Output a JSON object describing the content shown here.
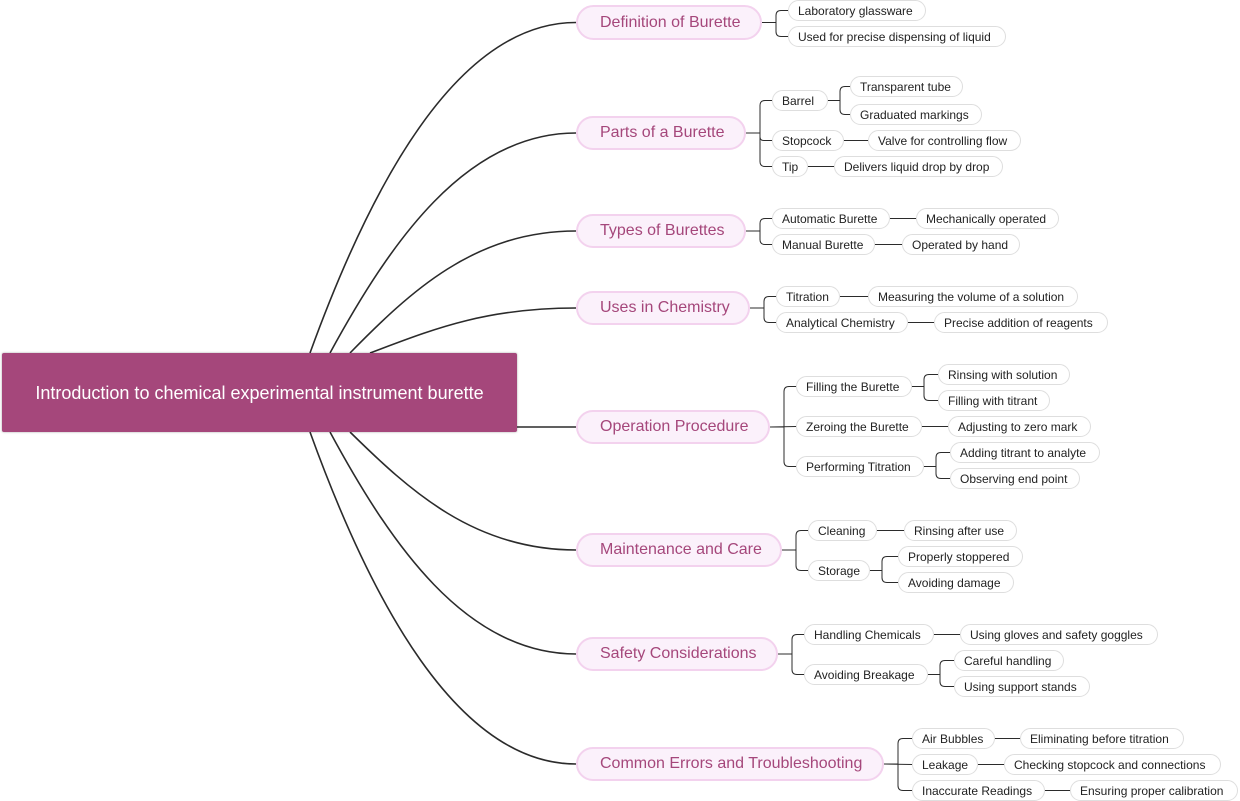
{
  "diagram": {
    "root": {
      "label": "Introduction to chemical experimental instrument burette"
    },
    "topics": [
      {
        "label": "Definition of Burette",
        "children": [
          {
            "label": "Laboratory glassware"
          },
          {
            "label": "Used for precise dispensing of liquid"
          }
        ]
      },
      {
        "label": "Parts of a Burette",
        "children": [
          {
            "label": "Barrel",
            "children": [
              {
                "label": "Transparent tube"
              },
              {
                "label": "Graduated markings"
              }
            ]
          },
          {
            "label": "Stopcock",
            "children": [
              {
                "label": "Valve for controlling flow"
              }
            ]
          },
          {
            "label": "Tip",
            "children": [
              {
                "label": "Delivers liquid drop by drop"
              }
            ]
          }
        ]
      },
      {
        "label": "Types of Burettes",
        "children": [
          {
            "label": "Automatic Burette",
            "children": [
              {
                "label": "Mechanically operated"
              }
            ]
          },
          {
            "label": "Manual Burette",
            "children": [
              {
                "label": "Operated by hand"
              }
            ]
          }
        ]
      },
      {
        "label": "Uses in Chemistry",
        "children": [
          {
            "label": "Titration",
            "children": [
              {
                "label": "Measuring the volume of a solution"
              }
            ]
          },
          {
            "label": "Analytical Chemistry",
            "children": [
              {
                "label": "Precise addition of reagents"
              }
            ]
          }
        ]
      },
      {
        "label": "Operation Procedure",
        "children": [
          {
            "label": "Filling the Burette",
            "children": [
              {
                "label": "Rinsing with solution"
              },
              {
                "label": "Filling with titrant"
              }
            ]
          },
          {
            "label": "Zeroing the Burette",
            "children": [
              {
                "label": "Adjusting to zero mark"
              }
            ]
          },
          {
            "label": "Performing Titration",
            "children": [
              {
                "label": "Adding titrant to analyte"
              },
              {
                "label": "Observing end point"
              }
            ]
          }
        ]
      },
      {
        "label": "Maintenance and Care",
        "children": [
          {
            "label": "Cleaning",
            "children": [
              {
                "label": "Rinsing after use"
              }
            ]
          },
          {
            "label": "Storage",
            "children": [
              {
                "label": "Properly stoppered"
              },
              {
                "label": "Avoiding damage"
              }
            ]
          }
        ]
      },
      {
        "label": "Safety Considerations",
        "children": [
          {
            "label": "Handling Chemicals",
            "children": [
              {
                "label": "Using gloves and safety goggles"
              }
            ]
          },
          {
            "label": "Avoiding Breakage",
            "children": [
              {
                "label": "Careful handling"
              },
              {
                "label": "Using support stands"
              }
            ]
          }
        ]
      },
      {
        "label": "Common Errors and Troubleshooting",
        "children": [
          {
            "label": "Air Bubbles",
            "children": [
              {
                "label": "Eliminating before titration"
              }
            ]
          },
          {
            "label": "Leakage",
            "children": [
              {
                "label": "Checking stopcock and connections"
              }
            ]
          },
          {
            "label": "Inaccurate Readings",
            "children": [
              {
                "label": "Ensuring proper calibration"
              }
            ]
          }
        ]
      }
    ]
  },
  "colors": {
    "root_bg": "#a5477b",
    "topic_text": "#a5477b",
    "topic_bg": "#fbf1fb",
    "topic_border": "#f3d2ee",
    "line": "#2b2b2b"
  }
}
